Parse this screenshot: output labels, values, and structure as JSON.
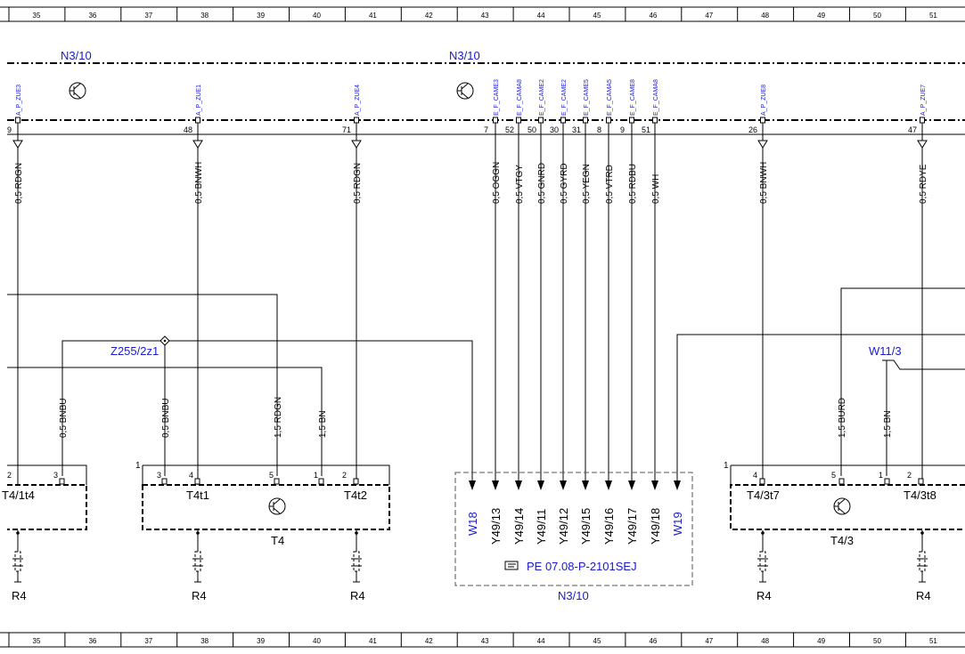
{
  "grid": [
    "35",
    "36",
    "37",
    "38",
    "39",
    "40",
    "41",
    "42",
    "43",
    "44",
    "45",
    "46",
    "47",
    "48",
    "49",
    "50",
    "51"
  ],
  "n310": {
    "label_left": "N3/10",
    "label_right": "N3/10",
    "pins": [
      {
        "signal": "A_P_ZUE3",
        "num": "9",
        "wire": "0,5 RDGN"
      },
      {
        "signal": "A_P_ZUE1",
        "num": "48",
        "wire": "0,5 BNWH"
      },
      {
        "signal": "A_P_ZUE4",
        "num": "71",
        "wire": "0,5 RDGN"
      },
      {
        "signal": "E_F_CAME3",
        "num": "7",
        "wire": "0,5 OGGN"
      },
      {
        "signal": "E_F_CAMA8",
        "num": "52",
        "wire": "0,5 VTGY"
      },
      {
        "signal": "E_F_CAME2",
        "num": "50",
        "wire": "0,5 GNRD"
      },
      {
        "signal": "E_F_CAME2",
        "num": "30",
        "wire": "0,5 GYRD"
      },
      {
        "signal": "E_F_CAME5",
        "num": "31",
        "wire": "0,5 YEGN"
      },
      {
        "signal": "E_F_CAMA5",
        "num": "8",
        "wire": "0,5 VTRD"
      },
      {
        "signal": "E_F_CAME8",
        "num": "9",
        "wire": "0,5 RDBU"
      },
      {
        "signal": "E_F_CAMA8",
        "num": "51",
        "wire": "0,5 WH"
      },
      {
        "signal": "A_P_ZUE8",
        "num": "26",
        "wire": "0,5 BNWH"
      },
      {
        "signal": "A_P_ZUE7",
        "num": "47",
        "wire": "0,5 RDYE"
      }
    ]
  },
  "splice": {
    "label": "Z255/2z1"
  },
  "w113": {
    "label": "W11/3"
  },
  "mid_wires": [
    "0,5 BNBU",
    "0,5 BNBU",
    "1,5 RDGN",
    "1,5 BN",
    "1,5 BURD",
    "1,5 BN"
  ],
  "t4_1": {
    "pin_num": "3",
    "pin_partial": "2",
    "sub": "T4/1t4"
  },
  "t4": {
    "corner": "1",
    "pins": [
      "3",
      "4",
      "5",
      "1",
      "2"
    ],
    "sub1": "T4t1",
    "sub2": "T4t2",
    "name": "T4"
  },
  "t43": {
    "corner": "1",
    "pins": [
      "4",
      "5",
      "1",
      "2"
    ],
    "sub1": "T4/3t7",
    "sub2": "T4/3t8",
    "name": "T4/3"
  },
  "n310_box": {
    "refs": [
      "W18",
      "Y49/13",
      "Y49/14",
      "Y49/11",
      "Y49/12",
      "Y49/15",
      "Y49/16",
      "Y49/17",
      "Y49/18",
      "W19"
    ],
    "note_icon": "hand-pointer-icon",
    "note": "PE 07.08-P-2101SEJ",
    "name": "N3/10"
  },
  "r4": [
    "R4",
    "R4",
    "R4",
    "R4",
    "R4"
  ]
}
